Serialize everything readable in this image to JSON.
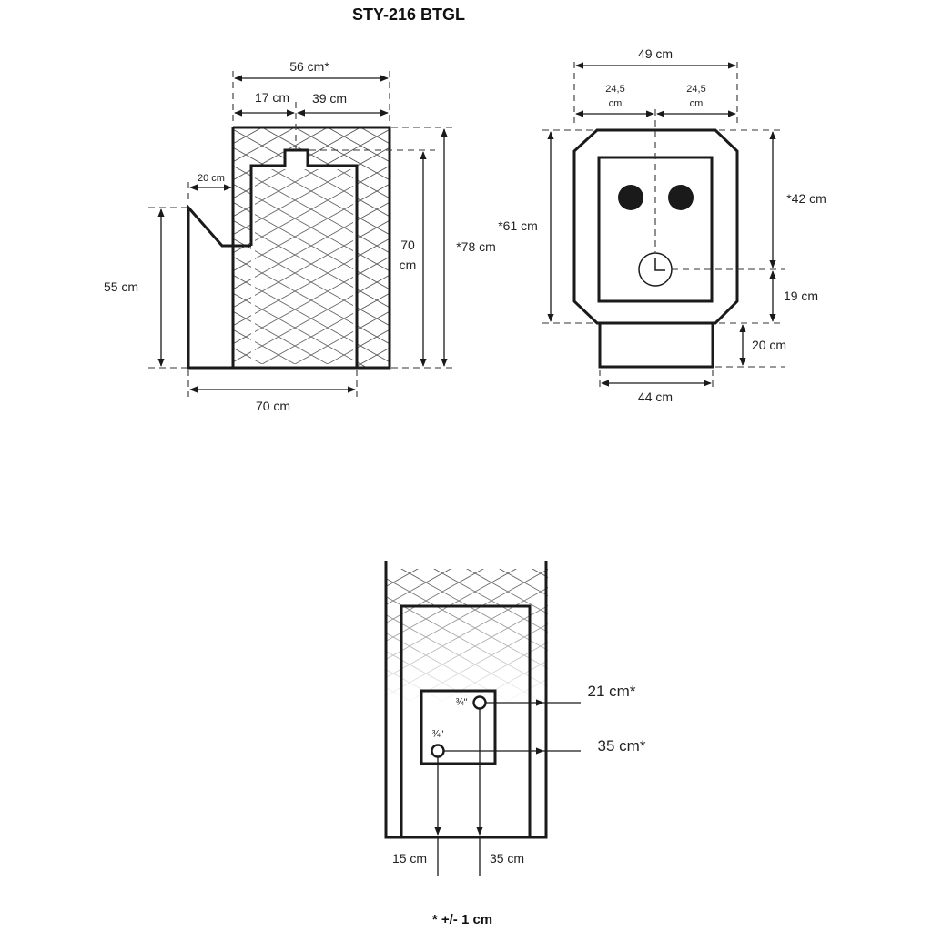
{
  "title": "STY-216 BTGL",
  "footnote": "* +/- 1 cm",
  "side_view": {
    "top_total": "56 cm*",
    "top_left": "17 cm",
    "top_right": "39 cm",
    "step": "20 cm",
    "left_height": "55 cm",
    "inner_height_line1": "70",
    "inner_height_line2": "cm",
    "total_height": "*78 cm",
    "bottom_width": "70 cm"
  },
  "front_view": {
    "top_width": "49 cm",
    "half_left_line1": "24,5",
    "half_left_line2": "cm",
    "half_right_line1": "24,5",
    "half_right_line2": "cm",
    "body_height": "*61 cm",
    "upper_right": "*42 cm",
    "lower_right": "19 cm",
    "base_height": "20 cm",
    "base_width": "44 cm"
  },
  "rear_view": {
    "pipe_upper_size": "¾\"",
    "pipe_lower_size": "¾\"",
    "pipe_upper_height": "21 cm*",
    "pipe_lower_height": "35 cm*",
    "pipe_lower_offset": "15 cm",
    "pipe_upper_offset": "35 cm"
  }
}
